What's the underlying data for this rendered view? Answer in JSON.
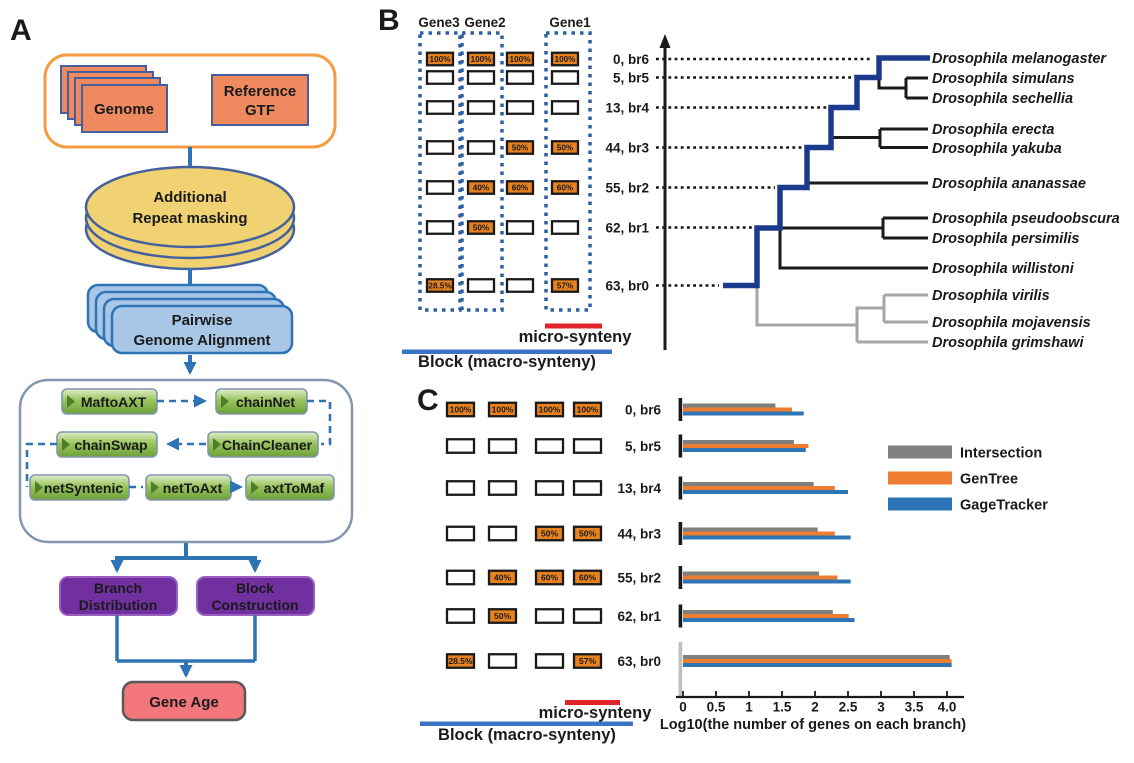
{
  "figure": {
    "panel_a": {
      "label": "A",
      "genome_label": "Genome",
      "reference_line1": "Reference",
      "reference_line2": "GTF",
      "repeat_line1": "Additional",
      "repeat_line2": "Repeat masking",
      "pairwise_line1": "Pairwise",
      "pairwise_line2": "Genome Alignment",
      "tools": [
        "MaftoAXT",
        "chainNet",
        "chainSwap",
        "ChainCleaner",
        "netSyntenic",
        "netToAxt",
        "axtToMaf"
      ],
      "branch_dist_line1": "Branch",
      "branch_dist_line2": "Distribution",
      "block_cons_line1": "Block",
      "block_cons_line2": "Construction",
      "gene_age_label": "Gene Age"
    },
    "branches": [
      {
        "label": "0, br6",
        "cells": [
          "100%",
          "100%",
          "100%",
          "100%"
        ]
      },
      {
        "label": "5, br5",
        "cells": [
          "",
          "",
          "",
          ""
        ]
      },
      {
        "label": "13, br4",
        "cells": [
          "",
          "",
          "",
          ""
        ]
      },
      {
        "label": "44, br3",
        "cells": [
          "",
          "",
          "50%",
          "50%"
        ]
      },
      {
        "label": "55, br2",
        "cells": [
          "",
          "40%",
          "60%",
          "60%"
        ]
      },
      {
        "label": "62, br1",
        "cells": [
          "",
          "50%",
          "",
          ""
        ]
      },
      {
        "label": "63, br0",
        "cells": [
          "28.5%",
          "",
          "",
          "57%"
        ]
      }
    ],
    "panel_b": {
      "label": "B",
      "gene_labels": [
        "Gene3",
        "Gene2",
        "Gene1"
      ],
      "micro_synteny_label": "micro-synteny",
      "block_label": "Block (macro-synteny)",
      "species": [
        {
          "name": "Drosophila melanogaster",
          "group": "black"
        },
        {
          "name": "Drosophila simulans",
          "group": "black"
        },
        {
          "name": "Drosophila sechellia",
          "group": "black"
        },
        {
          "name": "Drosophila erecta",
          "group": "black"
        },
        {
          "name": "Drosophila yakuba",
          "group": "black"
        },
        {
          "name": "Drosophila ananassae",
          "group": "black"
        },
        {
          "name": "Drosophila pseudoobscura",
          "group": "black"
        },
        {
          "name": "Drosophila persimilis",
          "group": "black"
        },
        {
          "name": "Drosophila willistoni",
          "group": "black"
        },
        {
          "name": "Drosophila virilis",
          "group": "gray"
        },
        {
          "name": "Drosophila mojavensis",
          "group": "gray"
        },
        {
          "name": "Drosophila grimshawi",
          "group": "gray"
        }
      ]
    },
    "panel_c": {
      "label": "C",
      "micro_synteny_label": "micro-synteny",
      "block_label": "Block (macro-synteny)"
    }
  },
  "chart_data": {
    "type": "bar",
    "orientation": "horizontal",
    "categories": [
      "0, br6",
      "5, br5",
      "13, br4",
      "44, br3",
      "55, br2",
      "62, br1",
      "63, br0"
    ],
    "series": [
      {
        "name": "Intersection",
        "color": "#7F7F7F",
        "values": [
          1.4,
          1.68,
          1.98,
          2.04,
          2.06,
          2.27,
          4.04
        ]
      },
      {
        "name": "GenTree",
        "color": "#ED7D31",
        "values": [
          1.65,
          1.9,
          2.3,
          2.3,
          2.34,
          2.51,
          4.07
        ]
      },
      {
        "name": "GageTracker",
        "color": "#2E75B6",
        "values": [
          1.83,
          1.86,
          2.5,
          2.54,
          2.54,
          2.6,
          4.07
        ]
      }
    ],
    "xlabel": "Log10(the number of genes on each branch)",
    "xtick_labels": [
      "0",
      "0.5",
      "1",
      "1.5",
      "2",
      "2.5",
      "3",
      "3.5",
      "4.0"
    ],
    "xtick_values": [
      0,
      0.5,
      1,
      1.5,
      2,
      2.5,
      3,
      3.5,
      4
    ],
    "xlim": [
      0,
      4.3
    ],
    "legend_position": "right",
    "grid": false
  },
  "colors": {
    "cell_fill": "#E8821E",
    "cell_text": "#FFD34D",
    "cell_border": "#1a1a1a",
    "dotted_box": "#2E5FA3",
    "micro_synteny_red": "#E1242A",
    "block_bar_blue": "#3A75C4",
    "block_text_blue": "#2E5FA3",
    "lineage_blue": "#1B3A8C",
    "tree_black": "#1a1a1a",
    "tree_gray": "#A6A6A6",
    "arrow_blue": "#2E74B5",
    "orange_node": "#EF8A60",
    "yellow_node": "#F0D272",
    "light_blue_node": "#A8C7E7",
    "purple_node": "#7030A0",
    "gene_age_node": "#F2767B",
    "axis_gray_segment": "#BFBFBF"
  }
}
